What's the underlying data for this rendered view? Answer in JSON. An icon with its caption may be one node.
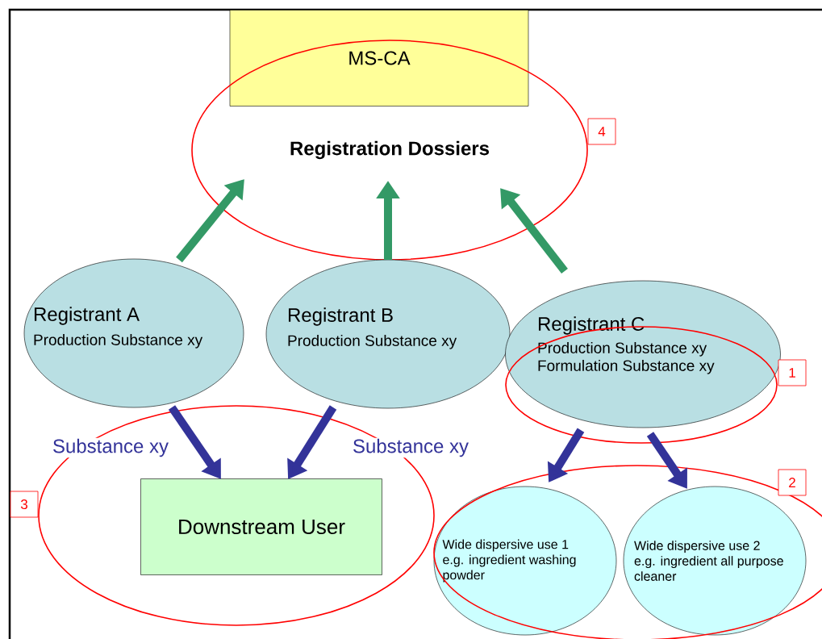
{
  "diagram": {
    "nodes": [
      {
        "text": [
          "MS-CA"
        ]
      },
      {
        "text": [
          "Registration Dossiers"
        ]
      },
      {
        "text": [
          "Registrant A",
          "Production Substance xy"
        ]
      },
      {
        "text": [
          "Registrant B",
          "Production Substance xy"
        ]
      },
      {
        "text": [
          "Registrant C",
          "Production Substance xy Formulation Substance xy"
        ]
      },
      {
        "text": [
          "Downstream User"
        ]
      },
      {
        "text": [
          "Wide dispersive use 1",
          "e.g. ingredient washing powder"
        ]
      },
      {
        "text": [
          "Wide dispersive use 2",
          "e.g. ingredient all purpose cleaner"
        ]
      }
    ],
    "edges": [
      {
        "from": 2,
        "to": 1,
        "arrow": "to",
        "color": "#339966"
      },
      {
        "from": 3,
        "to": 1,
        "arrow": "to",
        "color": "#339966"
      },
      {
        "from": 4,
        "to": 1,
        "arrow": "to",
        "color": "#339966"
      },
      {
        "from": 2,
        "to": 5,
        "arrow": "to",
        "label": "Substance xy"
      },
      {
        "from": 3,
        "to": 5,
        "arrow": "to",
        "label": "Substance xy"
      },
      {
        "from": 4,
        "to": 6,
        "arrow": "to"
      },
      {
        "from": 4,
        "to": 7,
        "arrow": "to"
      }
    ],
    "labels": [
      "4",
      "1",
      "2",
      "3"
    ]
  }
}
